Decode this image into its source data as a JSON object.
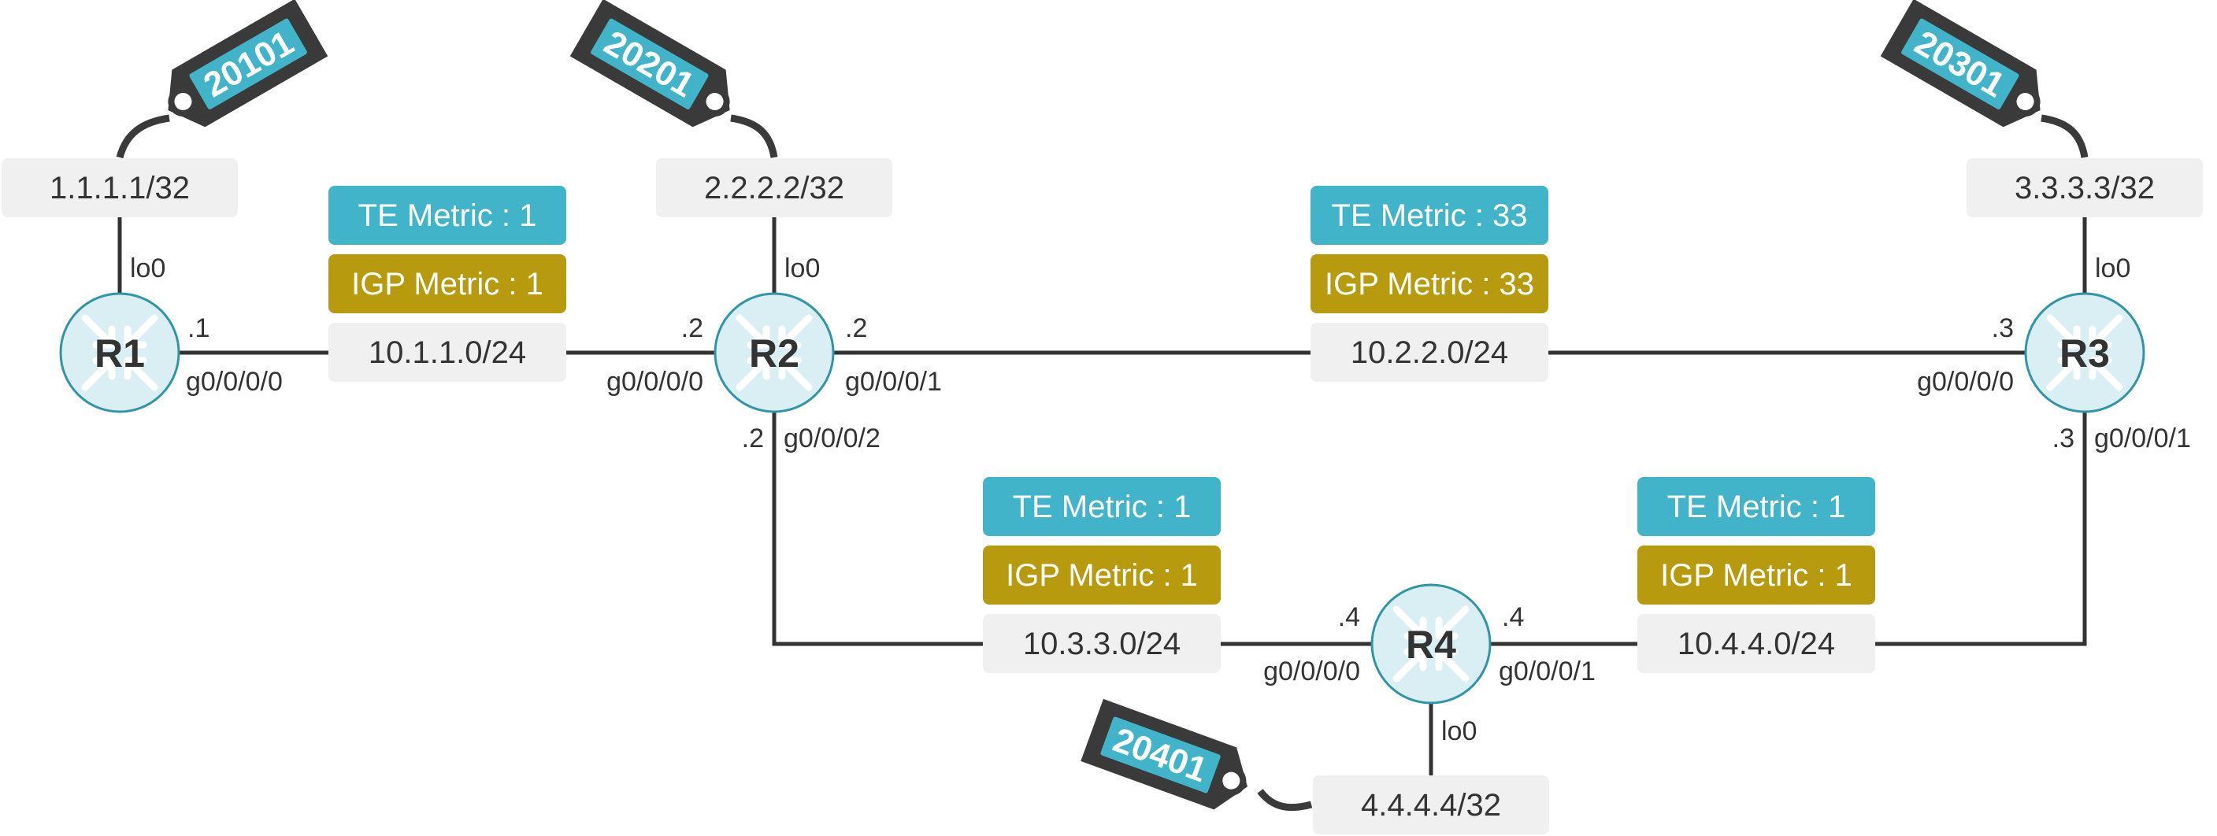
{
  "routers": {
    "r1": {
      "name": "R1"
    },
    "r2": {
      "name": "R2"
    },
    "r3": {
      "name": "R3"
    },
    "r4": {
      "name": "R4"
    }
  },
  "loopbacks": {
    "r1": {
      "prefix": "1.1.1.1/32",
      "intf": "lo0",
      "sid": "20101"
    },
    "r2": {
      "prefix": "2.2.2.2/32",
      "intf": "lo0",
      "sid": "20201"
    },
    "r3": {
      "prefix": "3.3.3.3/32",
      "intf": "lo0",
      "sid": "20301"
    },
    "r4": {
      "prefix": "4.4.4.4/32",
      "intf": "lo0",
      "sid": "20401"
    }
  },
  "links": {
    "r1_r2": {
      "subnet": "10.1.1.0/24",
      "te": "TE Metric : 1",
      "igp": "IGP Metric : 1",
      "a_host": ".1",
      "a_intf": "g0/0/0/0",
      "b_host": ".2",
      "b_intf": "g0/0/0/0"
    },
    "r2_r3": {
      "subnet": "10.2.2.0/24",
      "te": "TE Metric : 33",
      "igp": "IGP Metric : 33",
      "a_host": ".2",
      "a_intf": "g0/0/0/1",
      "b_host": ".3",
      "b_intf": "g0/0/0/0"
    },
    "r2_r4": {
      "subnet": "10.3.3.0/24",
      "te": "TE Metric : 1",
      "igp": "IGP Metric : 1",
      "a_host": ".2",
      "a_intf": "g0/0/0/2",
      "b_host": ".4",
      "b_intf": "g0/0/0/0"
    },
    "r4_r3": {
      "subnet": "10.4.4.0/24",
      "te": "TE Metric : 1",
      "igp": "IGP Metric : 1",
      "a_host": ".4",
      "a_intf": "g0/0/0/1",
      "b_host": ".3",
      "b_intf": "g0/0/0/1"
    }
  },
  "colors": {
    "te_badge": "#42b4c9",
    "igp_badge": "#b89a0e",
    "subnet_box": "#f0f0f0",
    "router_fill": "#d9eff4",
    "router_stroke": "#2f95a7",
    "tag_body": "#3a3a3a",
    "tag_label": "#42b4c9",
    "link": "#333333"
  }
}
